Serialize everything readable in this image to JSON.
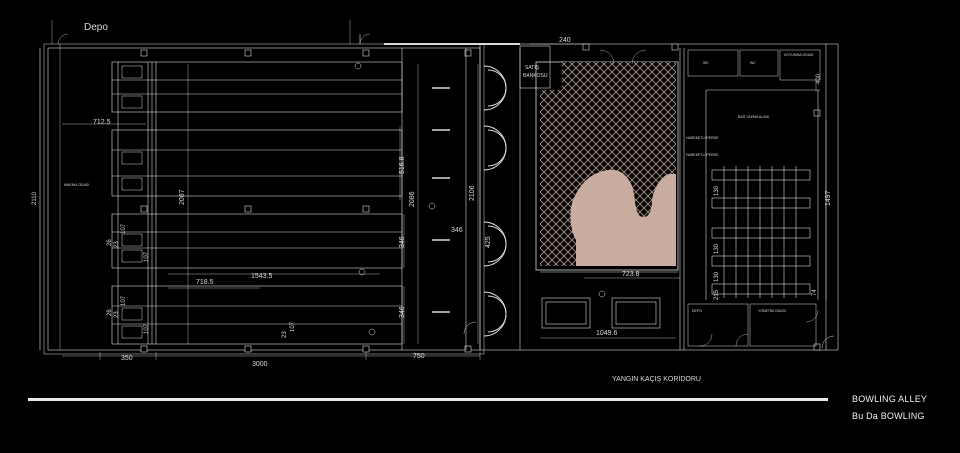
{
  "drawing": {
    "title": "BOWLING ALLEY",
    "subtitle": "Bu Da BOWLING",
    "rooms": {
      "depo_top": "Depo",
      "satis_bankosu_1": "SATIŞ",
      "satis_bankosu_2": "BANKOSU",
      "makina_odasi": "MAKİNA ODASI",
      "corridor": "YANGIN KAÇIŞ KORİDORU",
      "bag_yapma_alani": "BAĞ YAPMA ALANI",
      "hareketli_perde_1": "HAREKETLİ PERDE",
      "hareketli_perde_2": "HAREKETLİ PERDE",
      "soyunma_odasi": "SOYUNMA ODASI",
      "wc_1": "WC",
      "wc_2": "WC",
      "depo_small": "DEPO",
      "yonetim_odasi": "YÖNETİM ODASI"
    },
    "dimensions": {
      "d240": "240",
      "d400": "400",
      "d712_5": "712.5",
      "d2110": "2110",
      "d2087": "2087",
      "d516_8": "516.8",
      "d2086": "2086",
      "d2106": "2106",
      "d346_a": "346",
      "d346_b": "346",
      "d346_c": "346",
      "d425": "425",
      "d26_a": "26",
      "d23_a": "23",
      "d107_a": "107",
      "d107_b": "107",
      "d26_b": "26",
      "d23_b": "23",
      "d107_c": "107",
      "d107_d": "107",
      "d23_c": "23",
      "d107_e": "107",
      "d1543_5": "1543.5",
      "d718_5": "718.5",
      "d723_8": "723.8",
      "d1049_6": "1049.6",
      "d350": "350",
      "d3000": "3000",
      "d750": "750",
      "d1497": "1497",
      "d130_a": "130",
      "d130_b": "130",
      "d130_c": "130",
      "d215": "215",
      "d74": "74"
    }
  },
  "colors": {
    "background": "#000000",
    "line": "#d8d8d8",
    "accent": "#c9aca0",
    "title_rule": "#e8e8e8"
  }
}
